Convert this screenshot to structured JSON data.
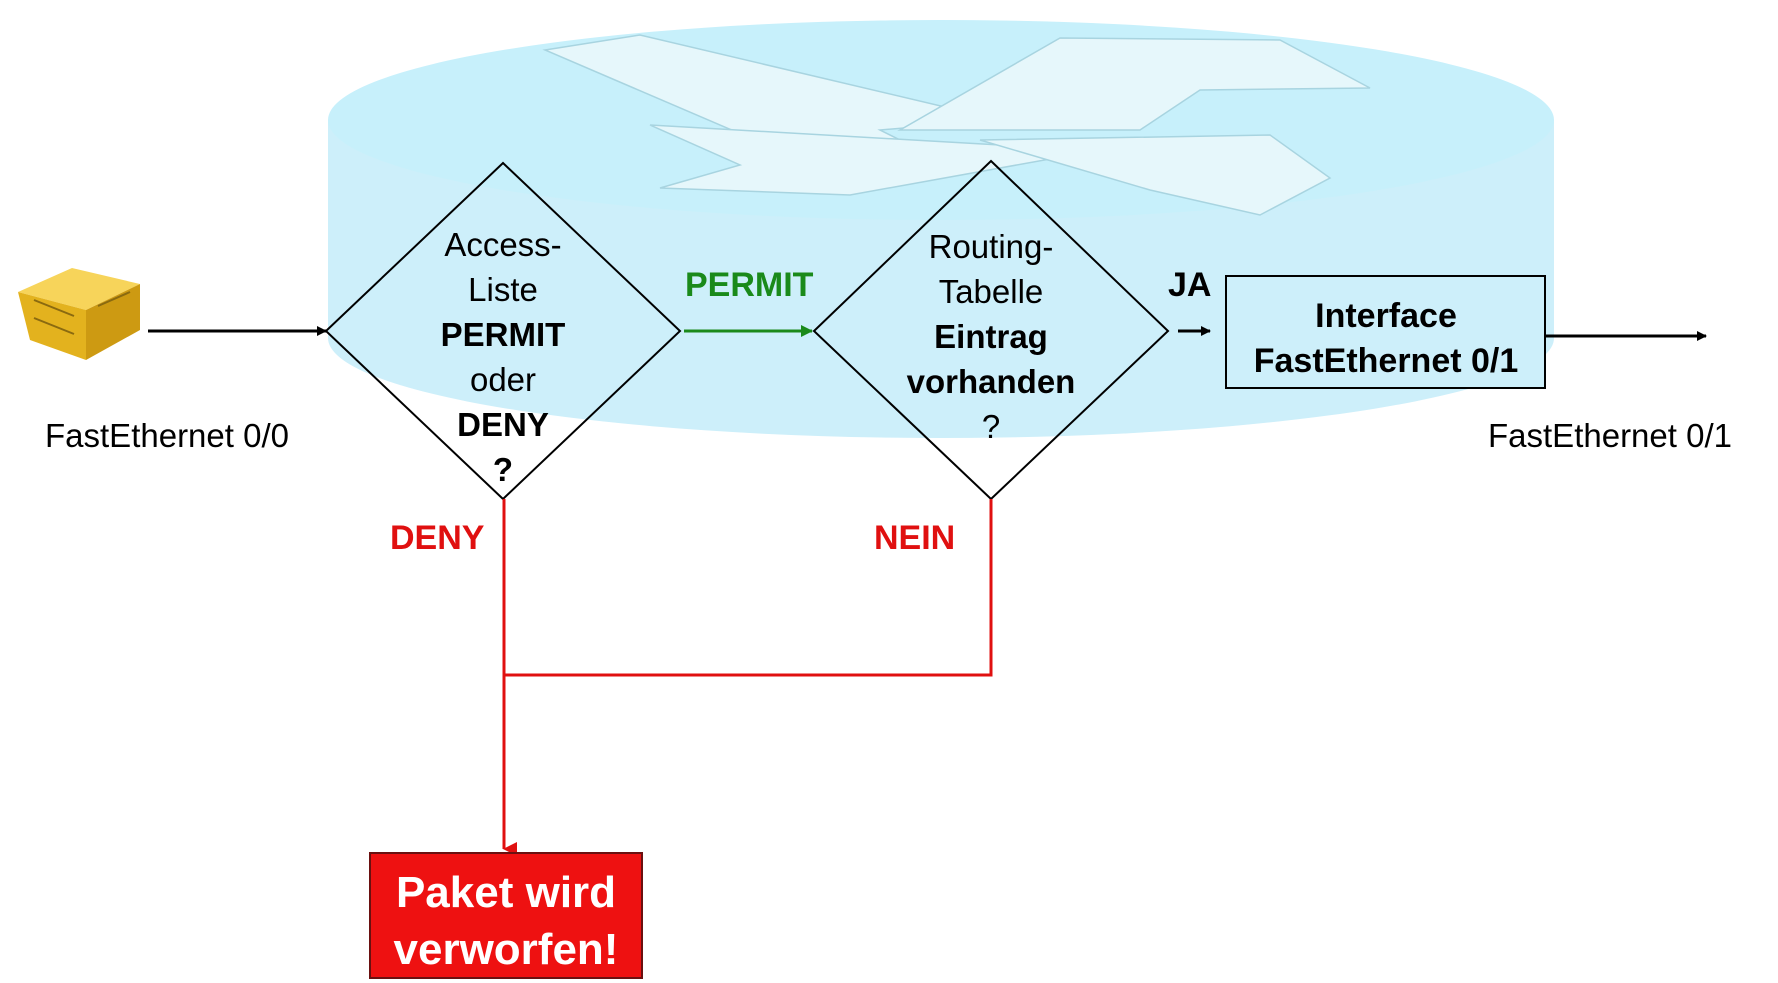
{
  "ports": {
    "in": "FastEthernet 0/0",
    "out": "FastEthernet 0/1"
  },
  "acl_decision": {
    "line1": "Access-",
    "line2": "Liste",
    "line3": "PERMIT",
    "line4": "oder",
    "line5": "DENY",
    "line6": "?"
  },
  "routing_decision": {
    "line1": "Routing-",
    "line2": "Tabelle",
    "line3": "Eintrag",
    "line4": "vorhanden",
    "line5": "?"
  },
  "edge_labels": {
    "permit": "PERMIT",
    "ja": "JA",
    "deny": "DENY",
    "nein": "NEIN"
  },
  "interface_box": {
    "line1": "Interface",
    "line2": "FastEthernet 0/1"
  },
  "drop_box": {
    "line1": "Paket wird",
    "line2": "verworfen!"
  },
  "colors": {
    "router_top": "#c7f0fb",
    "router_side": "#cdeffa",
    "permit_green": "#1a8a1a",
    "deny_red": "#e01010",
    "drop_fill": "#ee1111",
    "packet_yellow": "#f2c230"
  },
  "icons": {
    "packet": "packet-icon",
    "router": "router-icon"
  }
}
